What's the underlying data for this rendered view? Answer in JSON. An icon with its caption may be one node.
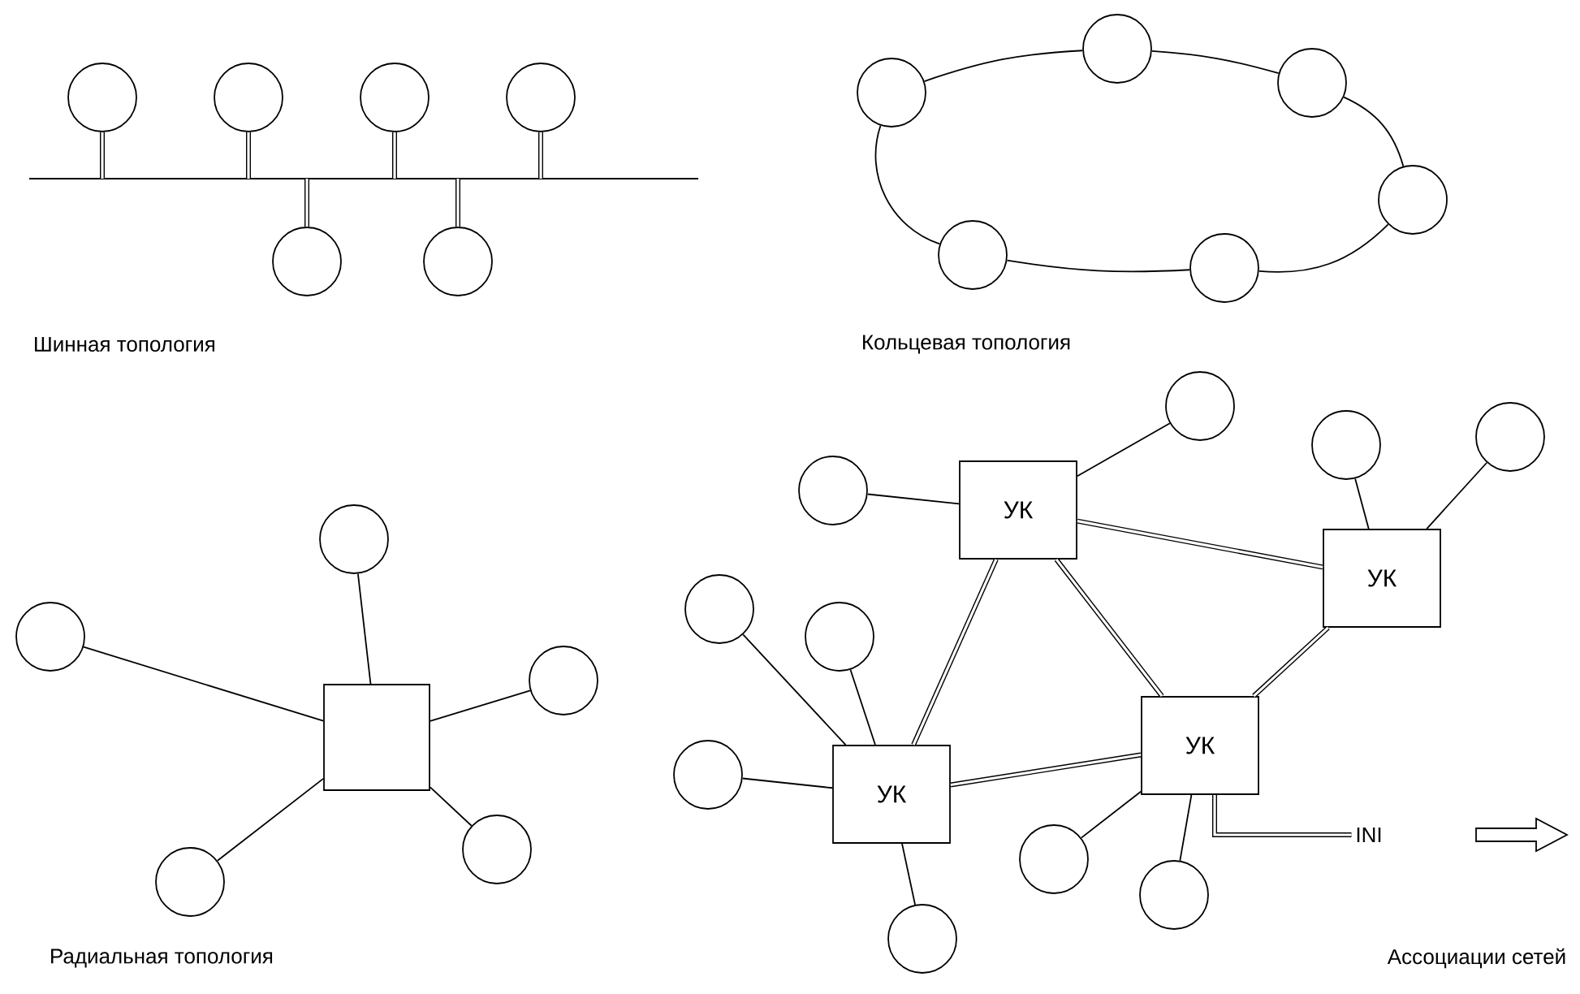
{
  "diagram": {
    "nodes": [
      {
        "text": [],
        "shape": "circle"
      },
      {
        "text": [],
        "shape": "circle"
      },
      {
        "text": [],
        "shape": "circle"
      },
      {
        "text": [],
        "shape": "circle"
      },
      {
        "text": [],
        "shape": "bar"
      },
      {
        "text": [],
        "shape": "circle"
      },
      {
        "text": [],
        "shape": "circle"
      },
      {
        "text": [],
        "shape": "circle"
      },
      {
        "text": [],
        "shape": "circle"
      },
      {
        "text": [],
        "shape": "circle"
      },
      {
        "text": [],
        "shape": "circle"
      },
      {
        "text": [],
        "shape": "circle"
      },
      {
        "text": [],
        "shape": "circle"
      },
      {
        "text": [],
        "shape": "circle"
      },
      {
        "text": [],
        "shape": "circle"
      },
      {
        "text": [],
        "shape": "circle"
      },
      {
        "text": [],
        "shape": "box"
      },
      {
        "text": [],
        "shape": "circle"
      },
      {
        "text": [],
        "shape": "circle"
      },
      {
        "text": [],
        "shape": "circle"
      },
      {
        "text": [],
        "shape": "circle"
      },
      {
        "text": [],
        "shape": "circle"
      },
      {
        "text": [],
        "shape": "circle"
      },
      {
        "text": [
          "УК"
        ]
      },
      {
        "text": [
          "УК"
        ]
      },
      {
        "text": [],
        "shape": "circle"
      },
      {
        "text": [],
        "shape": "circle"
      },
      {
        "text": [
          "УК"
        ]
      },
      {
        "text": [],
        "shape": "circle"
      },
      {
        "text": [
          "УК"
        ]
      },
      {
        "text": [
          "INI"
        ]
      },
      {
        "text": [],
        "shape": "circle"
      },
      {
        "text": [],
        "shape": "circle"
      },
      {
        "text": [],
        "shape": "circle"
      }
    ],
    "edges": [
      {
        "from": 0,
        "to": 4,
        "arrow": "none",
        "style": "thick"
      },
      {
        "from": 1,
        "to": 4,
        "arrow": "none",
        "style": "thick"
      },
      {
        "from": 2,
        "to": 4,
        "arrow": "none",
        "style": "thick"
      },
      {
        "from": 3,
        "to": 4,
        "arrow": "none",
        "style": "thick"
      },
      {
        "from": 5,
        "to": 4,
        "arrow": "none",
        "style": "thick"
      },
      {
        "from": 6,
        "to": 4,
        "arrow": "none",
        "style": "thick"
      },
      {
        "from": 7,
        "to": 8,
        "arrow": "none"
      },
      {
        "from": 8,
        "to": 9,
        "arrow": "none"
      },
      {
        "from": 9,
        "to": 10,
        "arrow": "none"
      },
      {
        "from": 10,
        "to": 11,
        "arrow": "none"
      },
      {
        "from": 11,
        "to": 12,
        "arrow": "none"
      },
      {
        "from": 12,
        "to": 7,
        "arrow": "none"
      },
      {
        "from": 13,
        "to": 16,
        "arrow": "none"
      },
      {
        "from": 14,
        "to": 16,
        "arrow": "none"
      },
      {
        "from": 15,
        "to": 16,
        "arrow": "none"
      },
      {
        "from": 17,
        "to": 16,
        "arrow": "none"
      },
      {
        "from": 18,
        "to": 16,
        "arrow": "none"
      },
      {
        "from": 19,
        "to": 23,
        "arrow": "none"
      },
      {
        "from": 20,
        "to": 23,
        "arrow": "none"
      },
      {
        "from": 21,
        "to": 24,
        "arrow": "none"
      },
      {
        "from": 22,
        "to": 24,
        "arrow": "none"
      },
      {
        "from": 25,
        "to": 29,
        "arrow": "none"
      },
      {
        "from": 26,
        "to": 29,
        "arrow": "none"
      },
      {
        "from": 28,
        "to": 29,
        "arrow": "none"
      },
      {
        "from": 33,
        "to": 29,
        "arrow": "none"
      },
      {
        "from": 31,
        "to": 27,
        "arrow": "none"
      },
      {
        "from": 32,
        "to": 27,
        "arrow": "none"
      },
      {
        "from": 23,
        "to": 24,
        "arrow": "none",
        "style": "thick"
      },
      {
        "from": 23,
        "to": 29,
        "arrow": "none",
        "style": "thick"
      },
      {
        "from": 23,
        "to": 27,
        "arrow": "none",
        "style": "thick"
      },
      {
        "from": 29,
        "to": 27,
        "arrow": "none",
        "style": "thick"
      },
      {
        "from": 24,
        "to": 27,
        "arrow": "none",
        "style": "thick"
      },
      {
        "from": 27,
        "to": 30,
        "arrow": "none",
        "style": "thick"
      }
    ],
    "labels": [
      "Шинная топология",
      "Кольцевая топология",
      "Радиальная топология",
      "Ассоциации сетей"
    ]
  }
}
